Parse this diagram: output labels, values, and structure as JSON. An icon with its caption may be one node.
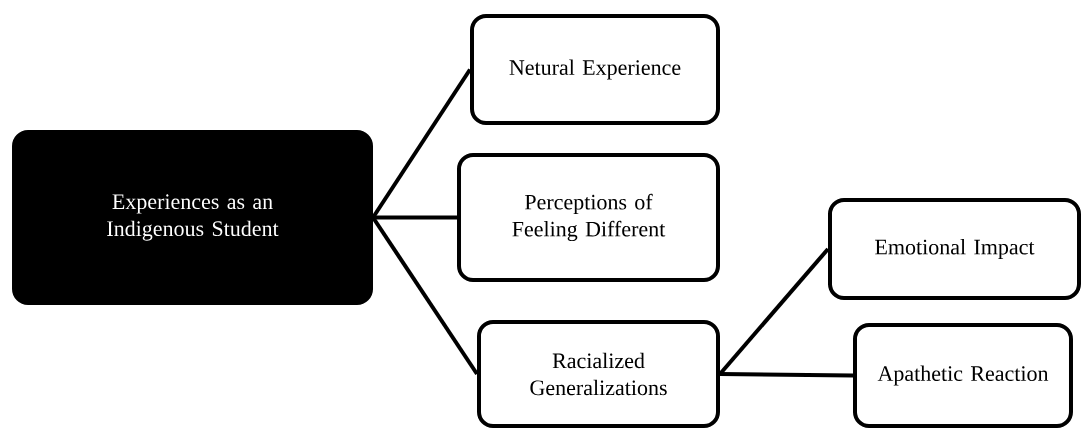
{
  "diagram": {
    "nodes": [
      {
        "text": [
          "Experiences as an Indigenous Student"
        ]
      },
      {
        "text": [
          "Netural Experience"
        ]
      },
      {
        "text": [
          "Perceptions of Feeling Different"
        ]
      },
      {
        "text": [
          "Racialized Generalizations"
        ]
      },
      {
        "text": [
          "Emotional Impact"
        ]
      },
      {
        "text": [
          "Apathetic Reaction"
        ]
      }
    ],
    "edges": [
      {
        "from": 0,
        "to": 1,
        "arrow": "none"
      },
      {
        "from": 0,
        "to": 2,
        "arrow": "none"
      },
      {
        "from": 0,
        "to": 3,
        "arrow": "none"
      },
      {
        "from": 3,
        "to": 4,
        "arrow": "none"
      },
      {
        "from": 3,
        "to": 5,
        "arrow": "none"
      }
    ]
  }
}
